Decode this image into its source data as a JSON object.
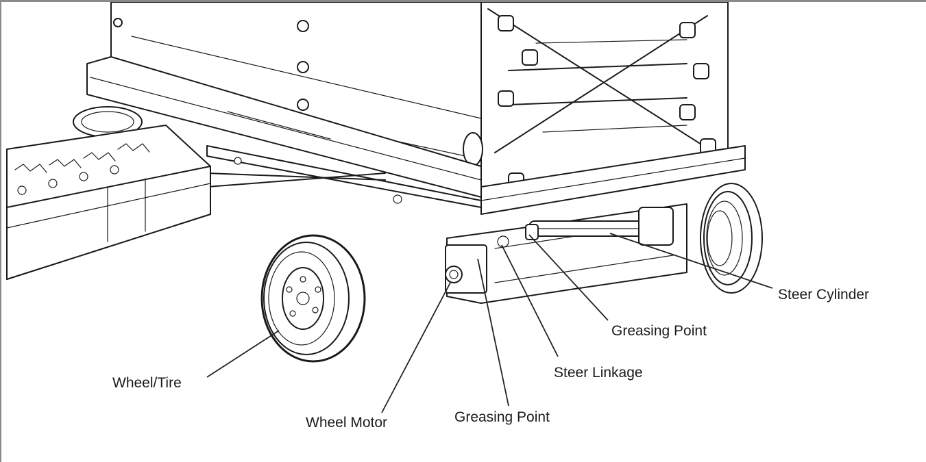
{
  "callouts": {
    "steer_cylinder": "Steer Cylinder",
    "greasing_point_upper": "Greasing Point",
    "steer_linkage": "Steer Linkage",
    "wheel_tire": "Wheel/Tire",
    "wheel_motor": "Wheel Motor",
    "greasing_point_lower": "Greasing Point"
  },
  "colors": {
    "line": "#1a1a1a",
    "background": "#ffffff",
    "frame_border": "#8a8a8a"
  }
}
